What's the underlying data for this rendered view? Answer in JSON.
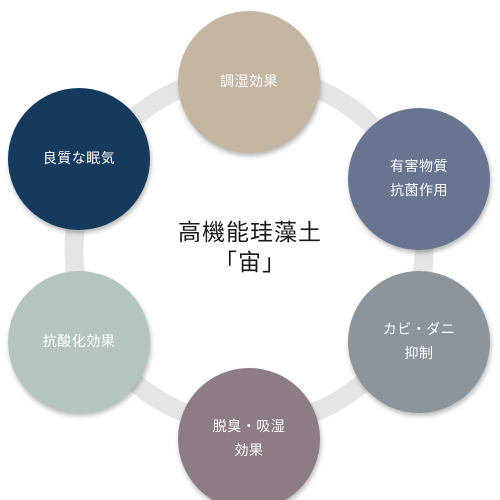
{
  "colors": {
    "ring": "#e3e5e6",
    "text_on_node": "#ffffff",
    "center_text": "#1a1a1a"
  },
  "center": {
    "line1": "高機能珪藻土",
    "line2": "「宙」"
  },
  "nodes": [
    {
      "id": "humidity-control",
      "lines": [
        "調湿効果"
      ],
      "color": "#c5b6a3"
    },
    {
      "id": "antibacterial",
      "lines": [
        "有害物質",
        "抗菌作用"
      ],
      "color": "#687590"
    },
    {
      "id": "mold-mite",
      "lines": [
        "カビ・ダニ",
        "抑制"
      ],
      "color": "#8c949c"
    },
    {
      "id": "deodorizing",
      "lines": [
        "脱臭・吸湿",
        "効果"
      ],
      "color": "#8d7b86"
    },
    {
      "id": "antioxidation",
      "lines": [
        "抗酸化効果"
      ],
      "color": "#b4c5c0"
    },
    {
      "id": "quality-sleep",
      "lines": [
        "良質な眠気"
      ],
      "color": "#153a5d"
    }
  ]
}
